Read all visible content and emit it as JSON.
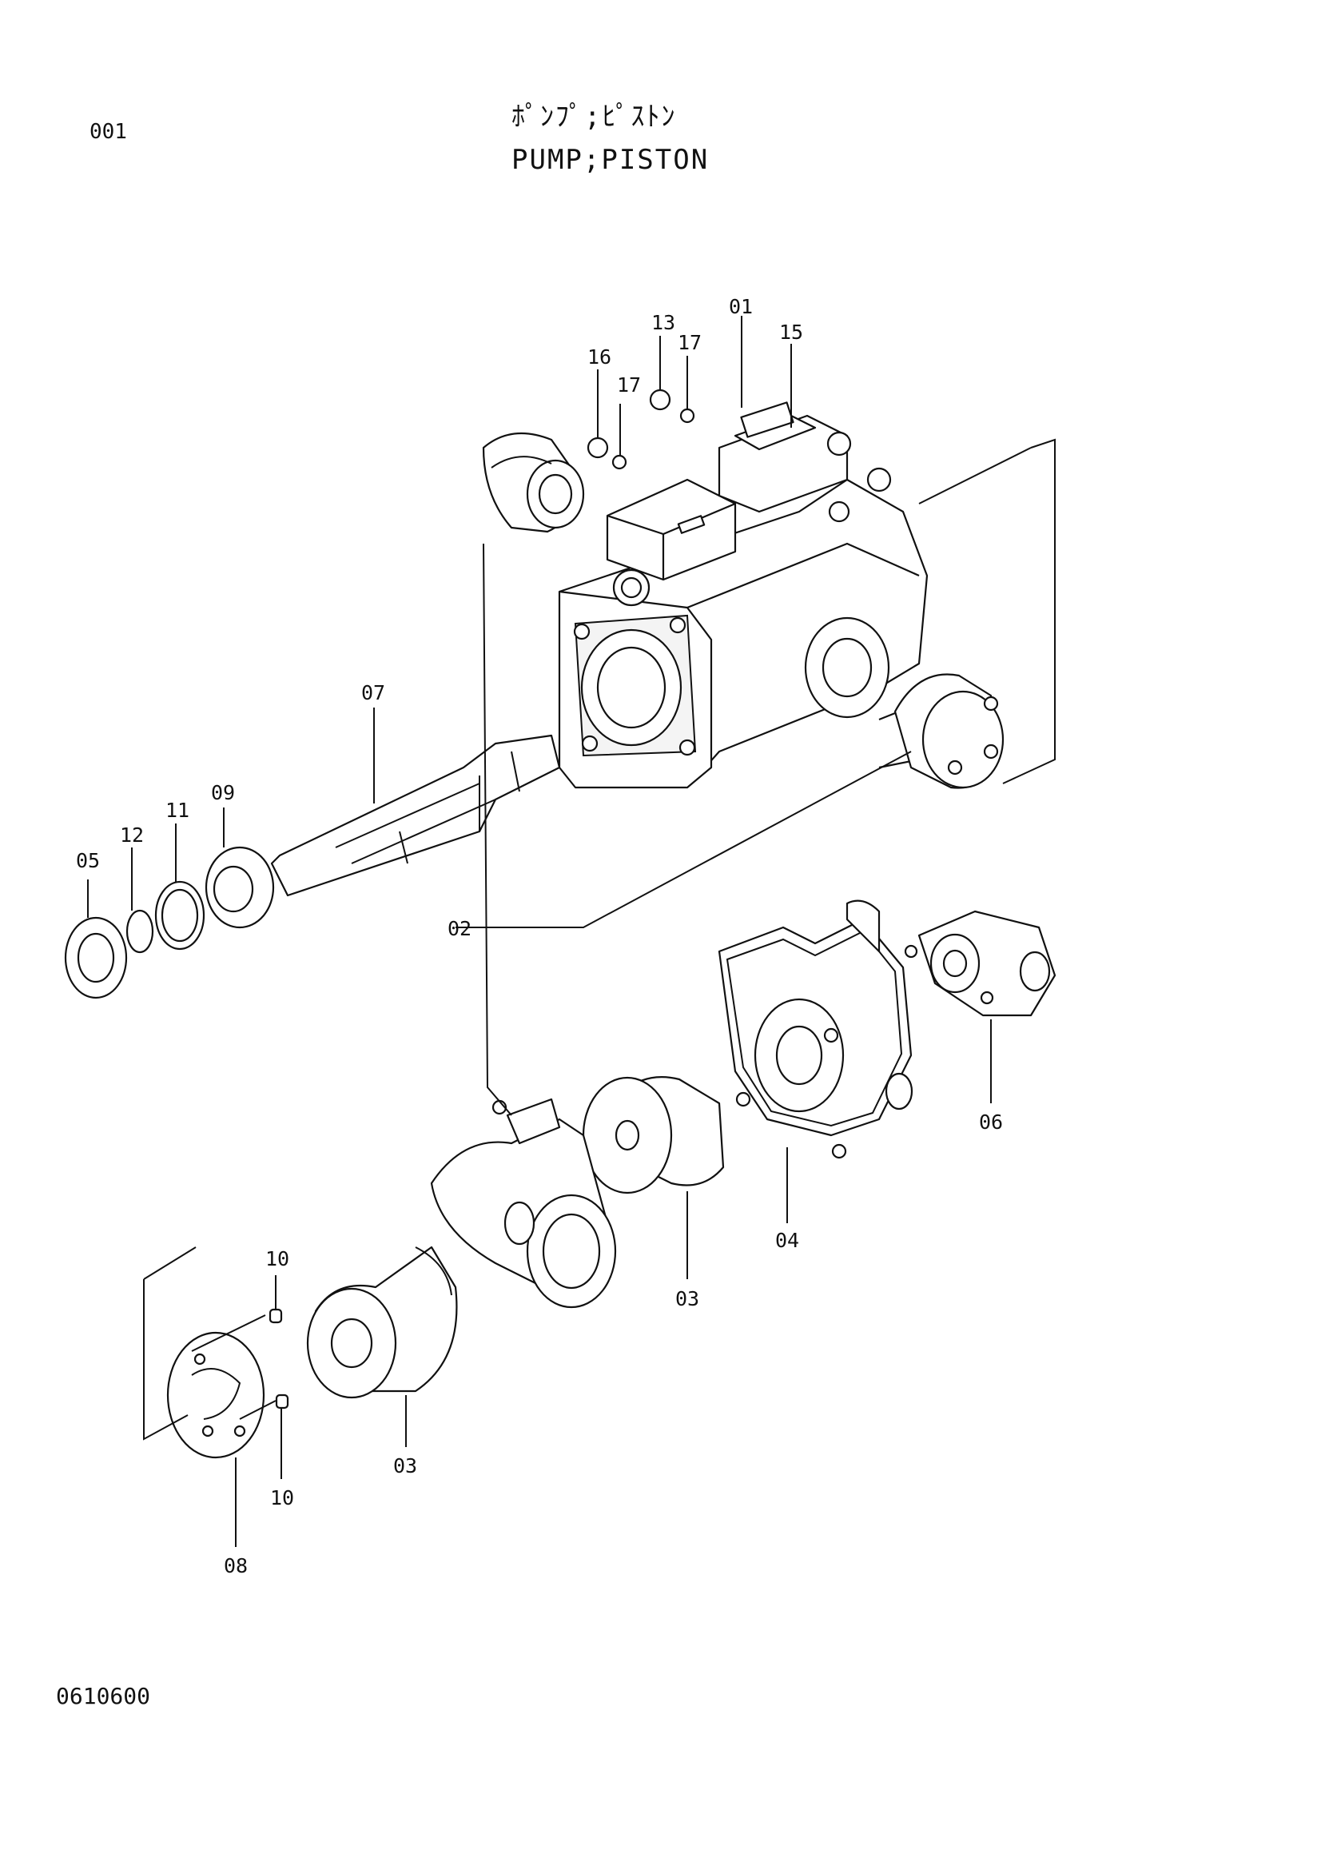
{
  "header": {
    "page_number": "001",
    "title_jp": "ﾎﾟﾝﾌﾟ;ﾋﾟｽﾄﾝ",
    "title_en": "PUMP;PISTON"
  },
  "footer": {
    "drawing_code": "0610600"
  },
  "callouts": {
    "c01": "01",
    "c02": "02",
    "c03a": "03",
    "c03b": "03",
    "c04": "04",
    "c05": "05",
    "c06": "06",
    "c07": "07",
    "c08": "08",
    "c09": "09",
    "c10a": "10",
    "c10b": "10",
    "c11": "11",
    "c12": "12",
    "c13": "13",
    "c15": "15",
    "c16": "16",
    "c17a": "17",
    "c17b": "17"
  }
}
